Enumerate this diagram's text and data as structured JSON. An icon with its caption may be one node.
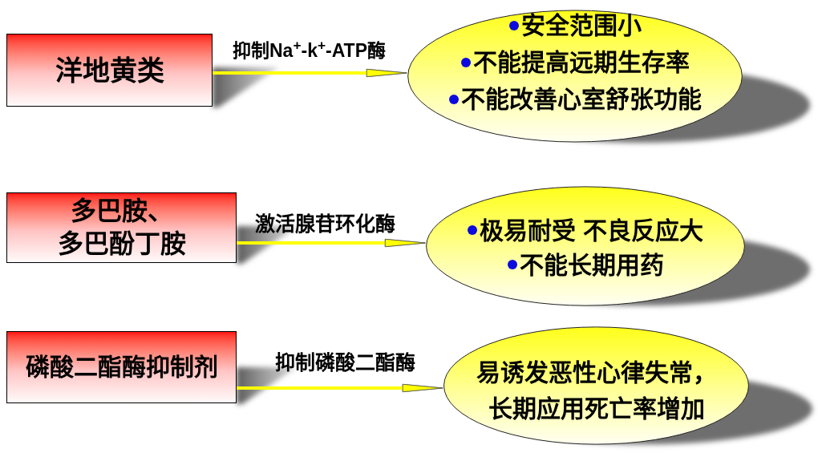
{
  "diagram": {
    "nodes": [
      {
        "text": [
          "洋地黄类"
        ]
      },
      {
        "text": [
          "安全范围小",
          "不能提高远期生存率",
          "不能改善心室舒张功能"
        ]
      },
      {
        "text": [
          "多巴胺、多巴酚丁胺"
        ]
      },
      {
        "text": [
          "极易耐受 不良反应大",
          "不能长期用药"
        ]
      },
      {
        "text": [
          "磷酸二酯酶抑制剂"
        ]
      },
      {
        "text": [
          "易诱发恶性心律失常，长期应用死亡率增加"
        ]
      }
    ],
    "edges": [
      {
        "from": 0,
        "to": 1,
        "arrow": "to",
        "label": "抑制Na$^{+}$-k$^{+}$-ATP酶"
      },
      {
        "from": 2,
        "to": 3,
        "arrow": "to",
        "label": "激活腺苷环化酶"
      },
      {
        "from": 4,
        "to": 5,
        "arrow": "to",
        "label": "抑制磷酸二酯酶"
      }
    ]
  }
}
